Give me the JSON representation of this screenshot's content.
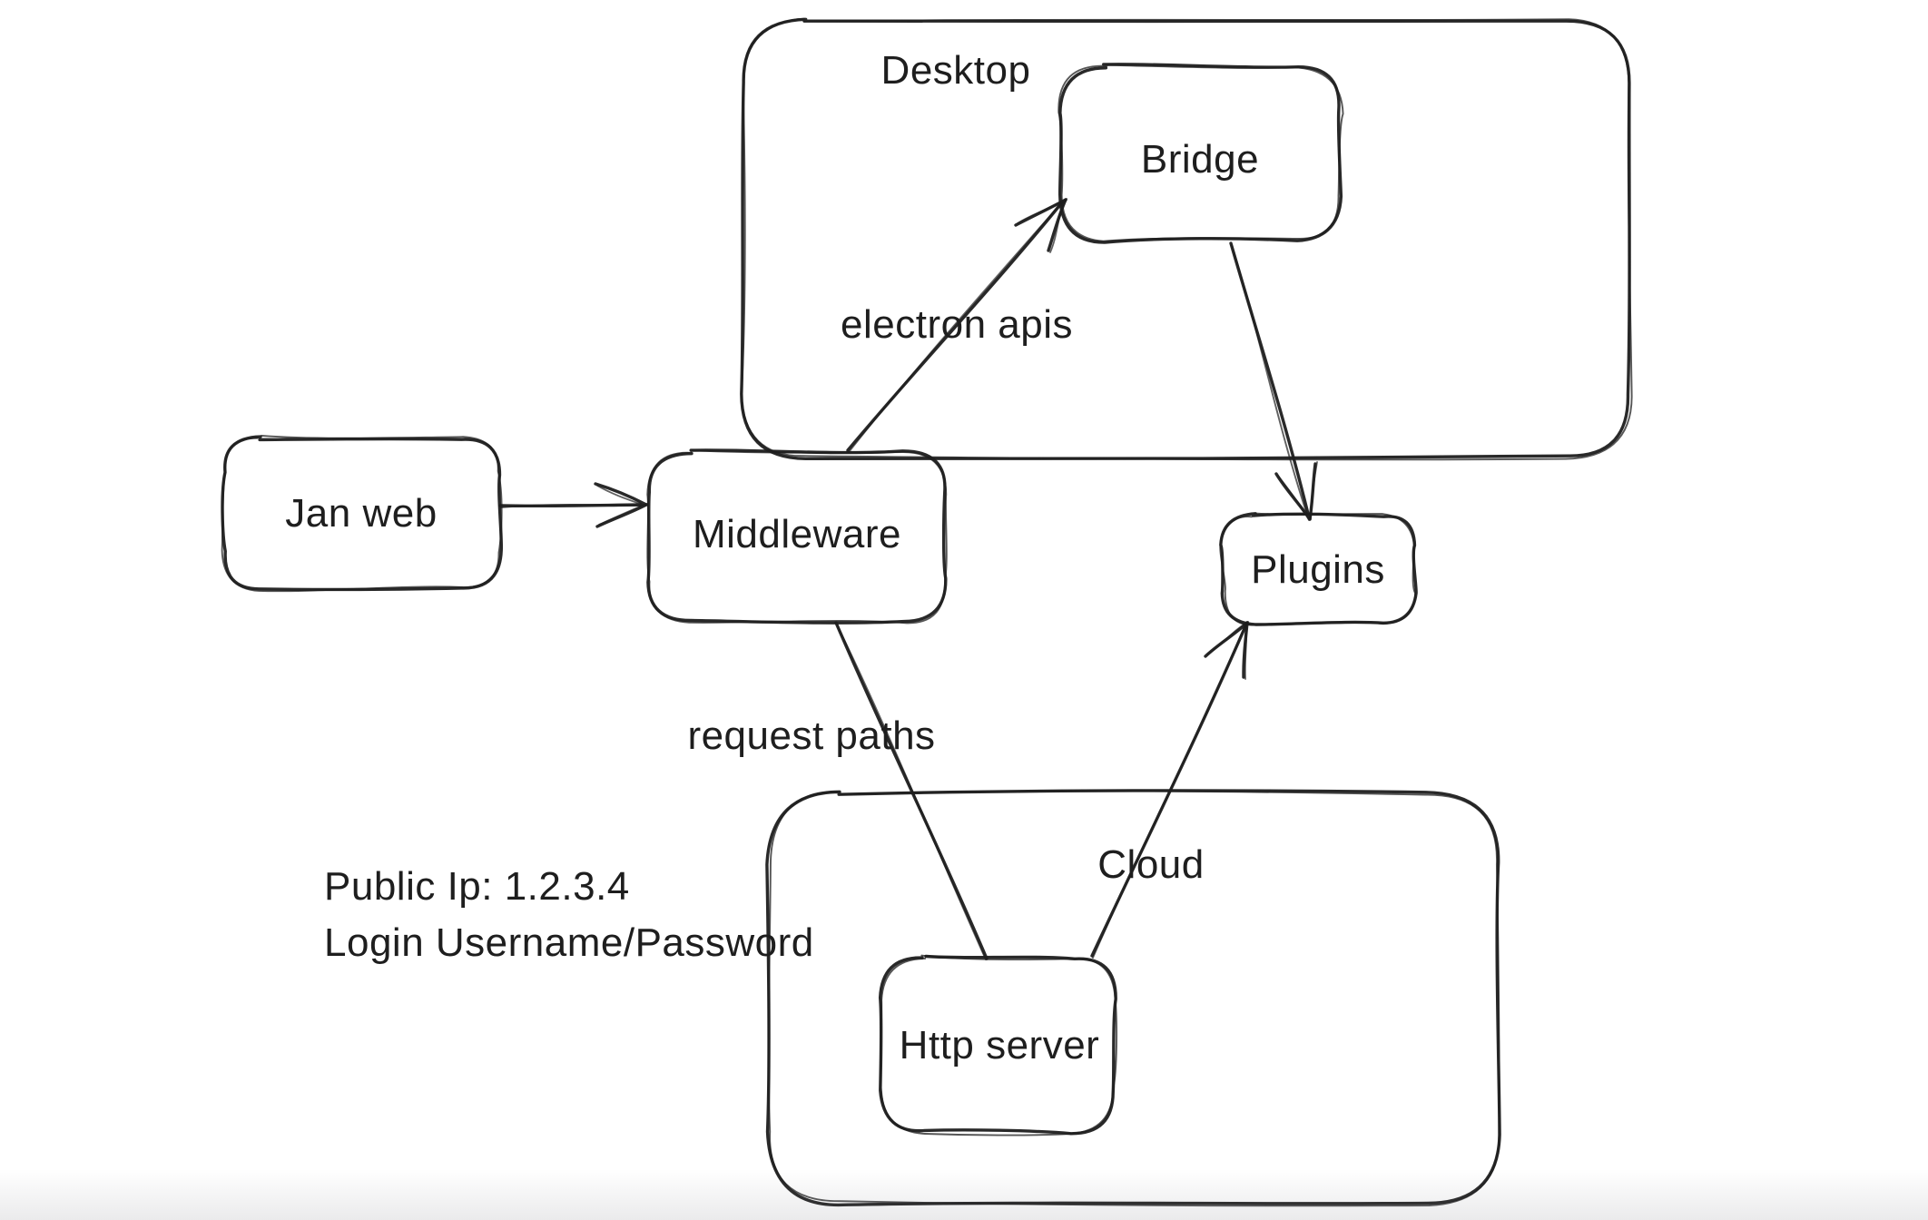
{
  "canvas": {
    "background": "#ffffff",
    "stroke": "#1e1e1e"
  },
  "containers": {
    "desktop": {
      "label": "Desktop"
    },
    "cloud": {
      "label": "Cloud"
    }
  },
  "nodes": {
    "jan_web": {
      "label": "Jan web"
    },
    "middleware": {
      "label": "Middleware"
    },
    "bridge": {
      "label": "Bridge"
    },
    "plugins": {
      "label": "Plugins"
    },
    "http_server": {
      "label": "Http server"
    }
  },
  "edges": [
    {
      "from": "jan_web",
      "to": "middleware",
      "label": "",
      "arrowhead": true
    },
    {
      "from": "middleware",
      "to": "bridge",
      "label": "electron apis",
      "arrowhead": true
    },
    {
      "from": "bridge",
      "to": "plugins",
      "label": "",
      "arrowhead": true
    },
    {
      "from": "middleware",
      "to": "http_server",
      "label": "request paths",
      "arrowhead": false
    },
    {
      "from": "http_server",
      "to": "plugins",
      "label": "",
      "arrowhead": true
    }
  ],
  "annotations": {
    "public_ip": "Public Ip: 1.2.3.4",
    "login": "Login Username/Password"
  }
}
